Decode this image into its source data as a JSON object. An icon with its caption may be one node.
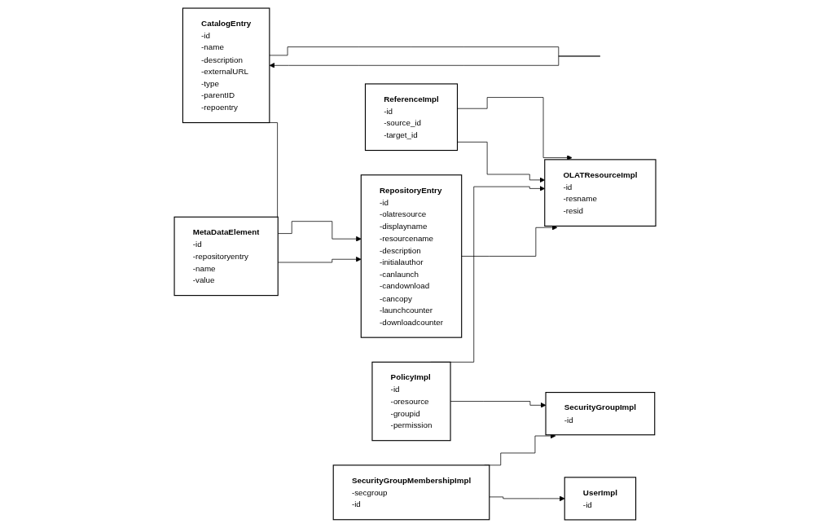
{
  "diagram": {
    "nodes": [
      {
        "text": [
          "ReferenceImpl",
          "-id",
          "-source_id",
          "-target_id"
        ]
      },
      {
        "text": [
          "OLATResourceImpl",
          "-id",
          "-resname",
          "-resid"
        ]
      },
      {
        "text": [
          "PolicyImpl",
          "-id",
          "-oresource",
          "-groupid",
          "-permission"
        ]
      },
      {
        "text": [
          "SecurityGroupImpl",
          "-id"
        ]
      },
      {
        "text": [
          "CatalogEntry",
          "-id",
          "-name",
          "-description",
          "-externalURL",
          "-type",
          "-parentID",
          "-repoentry"
        ]
      },
      {
        "text": [
          "SecurityGroupMembershipImpl",
          "-secgroup",
          "-id"
        ]
      },
      {
        "text": [
          "MetaDataElement",
          "-id",
          "-repositoryentry",
          "-name",
          "-value"
        ]
      },
      {
        "text": [
          "RepositoryEntry",
          "-id",
          "-olatresource",
          "-displayname",
          "-resourcename",
          "-description",
          "-initialauthor",
          "-canlaunch",
          "-candownload",
          "-cancopy",
          "-launchcounter",
          "-downloadcounter"
        ]
      },
      {
        "text": [
          "UserImpl",
          "-id"
        ]
      }
    ],
    "edges": [
      {
        "from": 0,
        "to": 1,
        "arrow": "to"
      },
      {
        "from": 0,
        "to": 1,
        "arrow": "to"
      },
      {
        "from": 2,
        "to": 1,
        "arrow": "to"
      },
      {
        "from": 7,
        "to": 1,
        "arrow": "to"
      },
      {
        "from": 2,
        "to": 3,
        "arrow": "to"
      },
      {
        "from": 4,
        "to": 4,
        "arrow": "to"
      },
      {
        "from": 5,
        "to": 3,
        "arrow": "to"
      },
      {
        "from": 5,
        "to": 8,
        "arrow": "to"
      },
      {
        "from": 6,
        "to": 7,
        "arrow": "to"
      },
      {
        "from": 4,
        "to": 7,
        "arrow": "to"
      }
    ]
  }
}
